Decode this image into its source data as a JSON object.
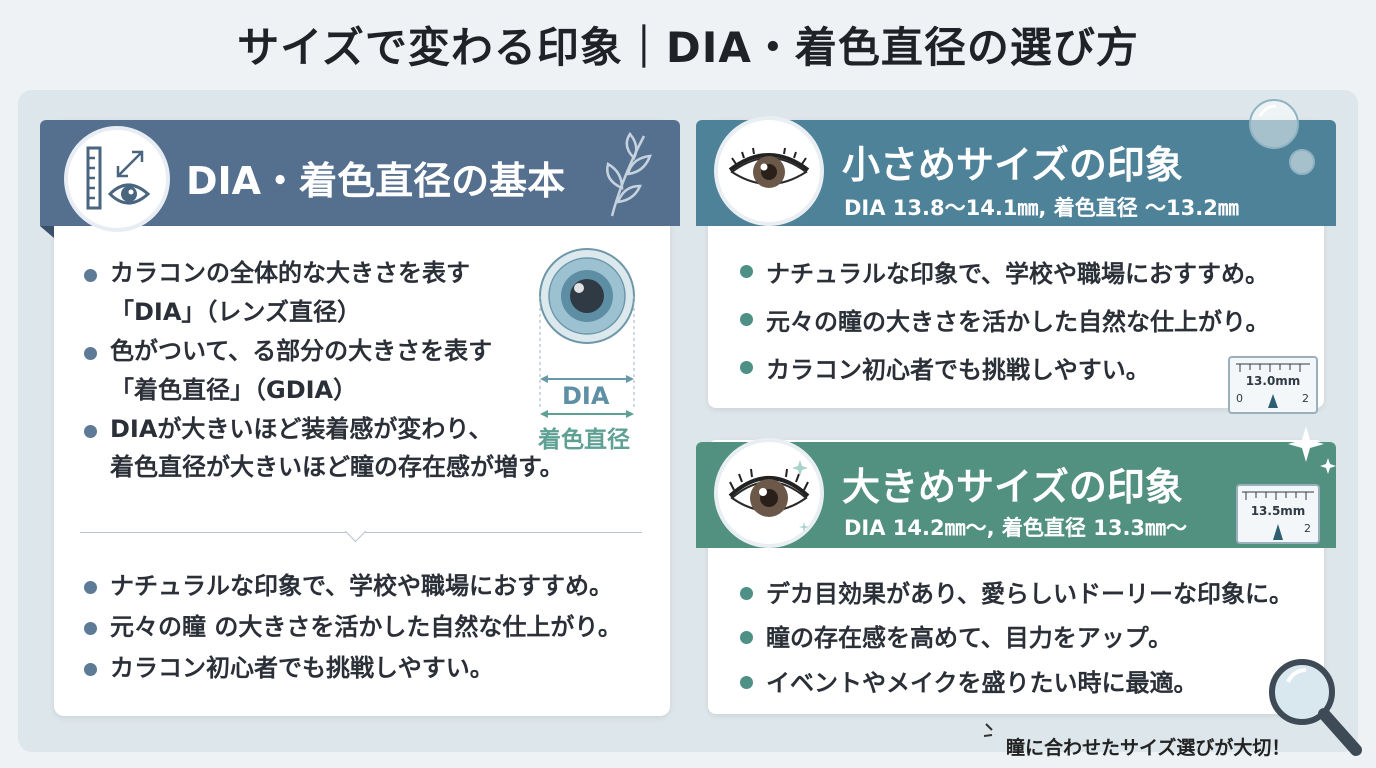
{
  "page_title": "サイズで変わる印象｜DIA・着色直径の選び方",
  "basics": {
    "title": "DIA・着色直径の基本",
    "items": [
      {
        "line1": "カラコンの全体的な大きさを表す",
        "line2": "「DIA」（レンズ直径）"
      },
      {
        "line1": "色がついて、る部分の大きさを表す",
        "line2": "「着色直径」（GDIA）"
      },
      {
        "line1": "DIAが大きいほど装着感が変わり、",
        "line2": "着色直径が大きいほど瞳の存在感が増す。"
      }
    ],
    "diagram_dia_label": "DIA",
    "diagram_gdia_label": "着色直径",
    "bottom_items": [
      "ナチュラルな印象で、学校や職場におすすめ。",
      "元々の瞳 の大きさを活かした自然な仕上がり。",
      "カラコン初心者でも挑戦しやすい。"
    ]
  },
  "small": {
    "title": "小さめサイズの印象",
    "spec": "DIA 13.8〜14.1㎜, 着色直径 〜13.2㎜",
    "items": [
      "ナチュラルな印象で、学校や職場におすすめ。",
      "元々の瞳の大きさを活かした自然な仕上がり。",
      "カラコン初心者でも挑戦しやすい。"
    ],
    "gauge_value": "13.0mm",
    "gauge_min": "0",
    "gauge_max": "2"
  },
  "large": {
    "title": "大きめサイズの印象",
    "spec": "DIA 14.2㎜〜, 着色直径 13.3㎜〜",
    "items": [
      "デカ目効果があり、愛らしいドーリーな印象に。",
      "瞳の存在感を高めて、目力をアップ。",
      "イベントやメイクを盛りたい時に最適。"
    ],
    "gauge_value": "13.5mm",
    "gauge_max": "2"
  },
  "footer_note": "瞳に合わせたサイズ選びが大切！",
  "colors": {
    "basics_header": "#55708f",
    "small_header": "#4e8299",
    "large_header": "#52907f",
    "background": "#dde6ea"
  }
}
